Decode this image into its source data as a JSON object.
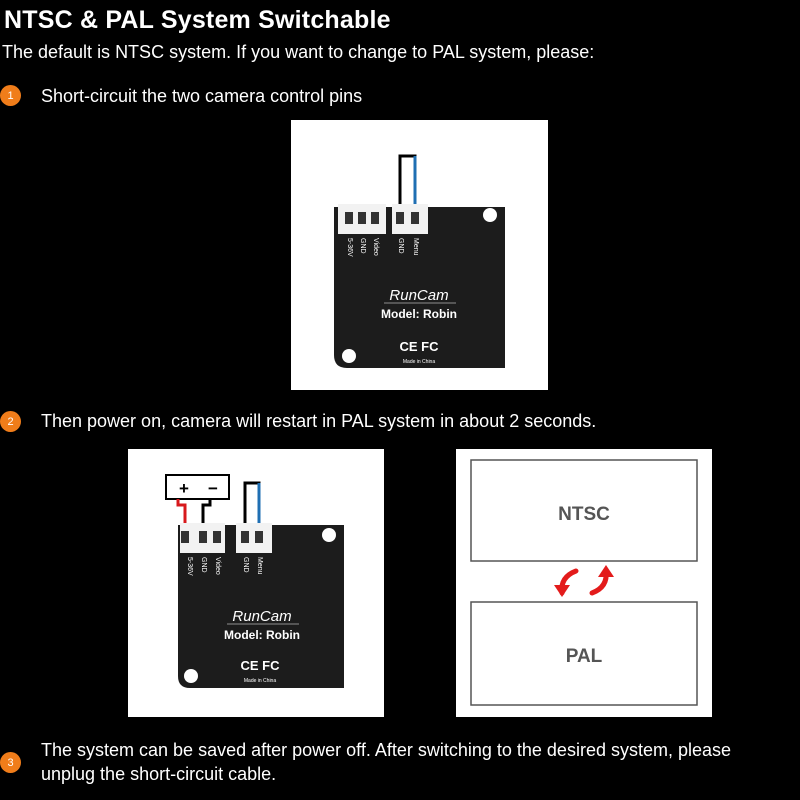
{
  "title": "NTSC & PAL System Switchable",
  "intro": "The default is NTSC system. If you want to change to PAL system, please:",
  "steps": [
    {
      "num": "1",
      "text": "Short-circuit the two camera control pins"
    },
    {
      "num": "2",
      "text": "Then power on, camera will restart in PAL system in about 2 seconds."
    },
    {
      "num": "3",
      "text_line1": "The system can be saved after power off. After switching to the desired system, please",
      "text_line2": "unplug the short-circuit cable."
    }
  ],
  "board": {
    "brand": "RunCam",
    "model": "Model: Robin",
    "cert": "CE FC",
    "made_in": "Made in China",
    "pins": [
      "5-36V",
      "GND",
      "Video",
      "GND",
      "Menu"
    ]
  },
  "power": {
    "plus": "+",
    "minus": "−"
  },
  "switch": {
    "top": "NTSC",
    "bottom": "PAL"
  },
  "colors": {
    "accent": "#f07d1a",
    "wire_blue": "#1f6fb3",
    "wire_red": "#d7191c",
    "arrow_red": "#e31b1b",
    "board": "#1c1c1c"
  }
}
